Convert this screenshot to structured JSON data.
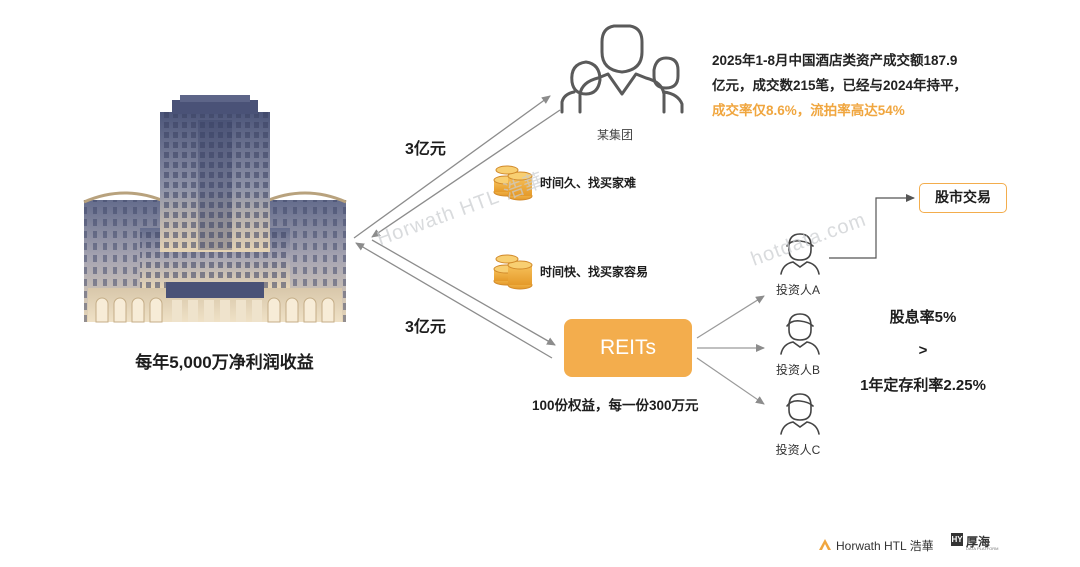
{
  "hotel": {
    "caption": "每年5,000万净利润收益"
  },
  "group": {
    "label": "某集团",
    "stat_line1": "2025年1-8月中国酒店类资产成交额187.9",
    "stat_line2": "亿元，成交数215笔，已经与2024年持平，",
    "stat_highlight": "成交率仅8.6%，流拍率高达54%"
  },
  "flows": {
    "top_amount": "3亿元",
    "bottom_amount": "3亿元",
    "slow_note": "时间久、找买家难",
    "fast_note": "时间快、找买家容易"
  },
  "reits": {
    "label": "REITs",
    "caption": "100份权益，每一份300万元"
  },
  "stock": {
    "label": "股市交易"
  },
  "investors": [
    "投资人A",
    "投资人B",
    "投资人C"
  ],
  "comparison": {
    "dividend": "股息率5%",
    "operator": ">",
    "deposit": "1年定存利率2.25%"
  },
  "watermarks": {
    "horwath": "Horwath HTL 浩華",
    "hotdata": "hotdata.com"
  },
  "footer": {
    "horwath_logo": "Horwath HTL 浩華",
    "hotdata_mark": "HY",
    "hotdata_logo": "厚海",
    "hotdata_sub": "DATA PLATFORM"
  },
  "colors": {
    "accent": "#f3ad4d",
    "highlight_text": "#f0a63f",
    "arrow": "#8c8c8c",
    "stone": "#d9c6a6",
    "glass": "#525a7c"
  },
  "icons": [
    "hotel-building-icon",
    "people-group-icon",
    "coin-stack-icon",
    "investor-person-icon",
    "horwath-logo-icon",
    "hotdata-logo-icon"
  ]
}
